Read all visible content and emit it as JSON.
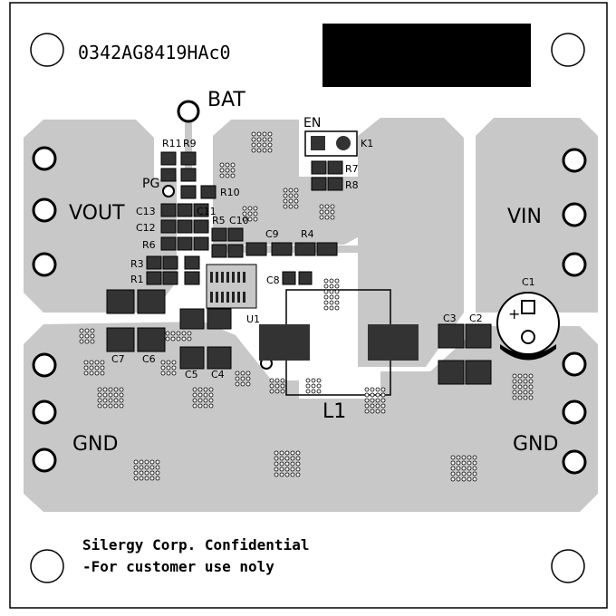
{
  "board": {
    "part_number": "0342AG8419HAc0",
    "confidential_line1": "Silergy Corp. Confidential",
    "confidential_line2": "-For customer use noly",
    "colors": {
      "copper": "#c8c8c8",
      "outline": "#000000",
      "pad": "#333333",
      "background": "#ffffff"
    }
  },
  "net_labels": {
    "bat": "BAT",
    "en": "EN",
    "pg": "PG",
    "vout": "VOUT",
    "vin": "VIN",
    "gnd_left": "GND",
    "gnd_right": "GND",
    "l1": "L1",
    "u1": "U1"
  },
  "refdes": {
    "r11": "R11",
    "r9": "R9",
    "r10": "R10",
    "c13": "C13",
    "c11": "C11",
    "c12": "C12",
    "r5": "R5",
    "c10": "C10",
    "r6": "R6",
    "c9": "C9",
    "r4": "R4",
    "r3": "R3",
    "r1": "R1",
    "c8": "C8",
    "k1": "K1",
    "r7": "R7",
    "r8": "R8",
    "c1": "C1",
    "c3": "C3",
    "c2": "C2",
    "c7": "C7",
    "c6": "C6",
    "c5": "C5",
    "c4": "C4"
  }
}
